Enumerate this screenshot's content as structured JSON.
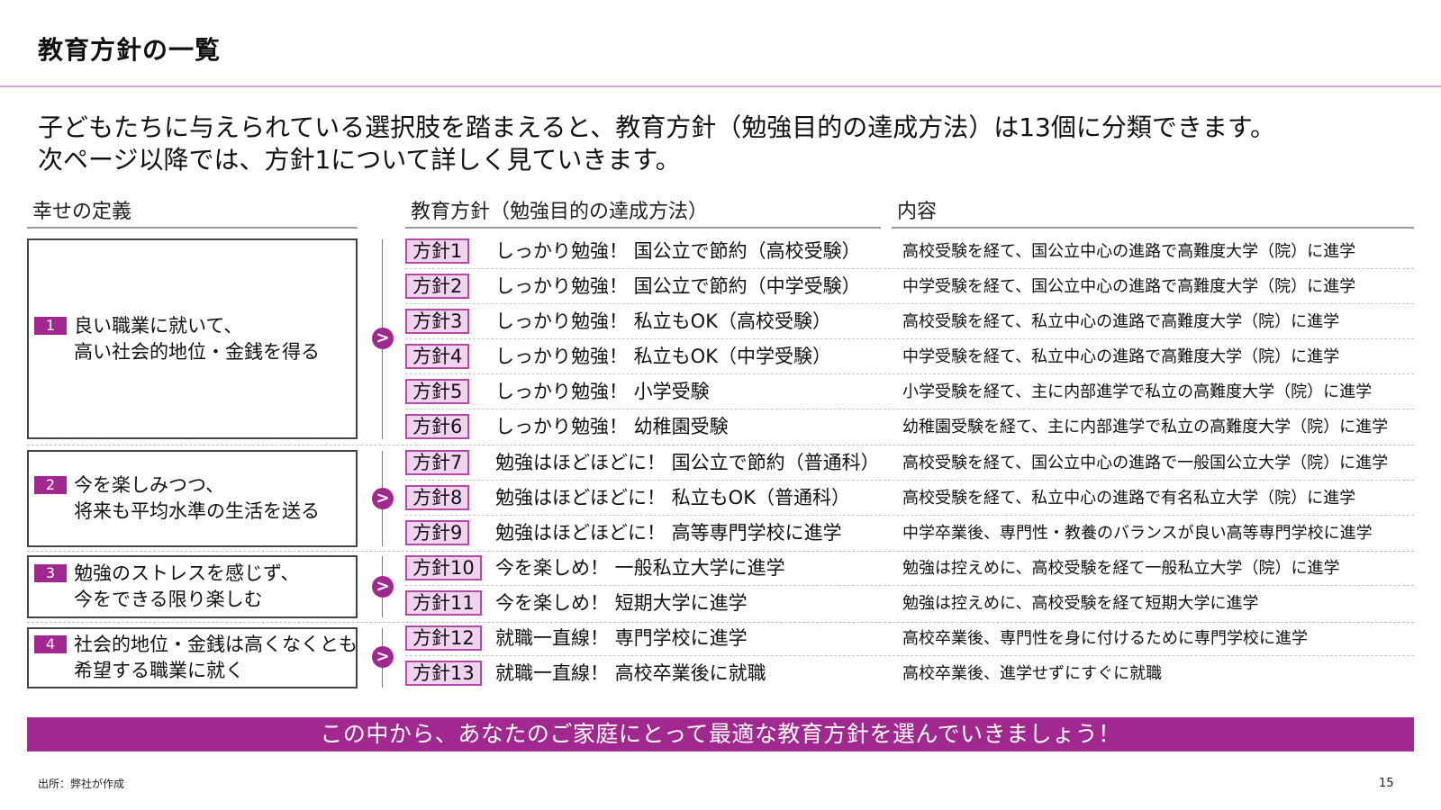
{
  "title": "教育方針の一覧",
  "lead": {
    "line1": "子どもたちに与えられている選択肢を踏まえると、教育方針（勉強目的の達成方法）は13個に分類できます。",
    "line2": "次ページ以降では、方針1について詳しく見ていきます。"
  },
  "columns": {
    "happiness": "幸せの定義",
    "policy": "教育方針（勉強目的の達成方法）",
    "content": "内容"
  },
  "groups": [
    {
      "num": "1",
      "line1": "良い職業に就いて、",
      "line2": "高い社会的地位・金銭を得る"
    },
    {
      "num": "2",
      "line1": "今を楽しみつつ、",
      "line2": "将来も平均水準の生活を送る"
    },
    {
      "num": "3",
      "line1": "勉強のストレスを感じず、",
      "line2": "今をできる限り楽しむ"
    },
    {
      "num": "4",
      "line1": "社会的地位・金銭は高くなくとも",
      "line2": "希望する職業に就く"
    }
  ],
  "arrow_icon": ">",
  "policies": [
    {
      "tag": "方針1",
      "name": "しっかり勉強！ 国公立で節約（高校受験）",
      "content": "高校受験を経て、国公立中心の進路で高難度大学（院）に進学"
    },
    {
      "tag": "方針2",
      "name": "しっかり勉強！ 国公立で節約（中学受験）",
      "content": "中学受験を経て、国公立中心の進路で高難度大学（院）に進学"
    },
    {
      "tag": "方針3",
      "name": "しっかり勉強！ 私立もOK（高校受験）",
      "content": "高校受験を経て、私立中心の進路で高難度大学（院）に進学"
    },
    {
      "tag": "方針4",
      "name": "しっかり勉強！ 私立もOK（中学受験）",
      "content": "中学受験を経て、私立中心の進路で高難度大学（院）に進学"
    },
    {
      "tag": "方針5",
      "name": "しっかり勉強！ 小学受験",
      "content": "小学受験を経て、主に内部進学で私立の高難度大学（院）に進学"
    },
    {
      "tag": "方針6",
      "name": "しっかり勉強！ 幼稚園受験",
      "content": "幼稚園受験を経て、主に内部進学で私立の高難度大学（院）に進学"
    },
    {
      "tag": "方針7",
      "name": "勉強はほどほどに！ 国公立で節約（普通科）",
      "content": "高校受験を経て、国公立中心の進路で一般国公立大学（院）に進学"
    },
    {
      "tag": "方針8",
      "name": "勉強はほどほどに！ 私立もOK（普通科）",
      "content": "高校受験を経て、私立中心の進路で有名私立大学（院）に進学"
    },
    {
      "tag": "方針9",
      "name": "勉強はほどほどに！ 高等専門学校に進学",
      "content": "中学卒業後、専門性・教養のバランスが良い高等専門学校に進学"
    },
    {
      "tag": "方針10",
      "name": "今を楽しめ！ 一般私立大学に進学",
      "content": "勉強は控えめに、高校受験を経て一般私立大学（院）に進学"
    },
    {
      "tag": "方針11",
      "name": "今を楽しめ！ 短期大学に進学",
      "content": "勉強は控えめに、高校受験を経て短期大学に進学"
    },
    {
      "tag": "方針12",
      "name": "就職一直線！ 専門学校に進学",
      "content": "高校卒業後、専門性を身に付けるために専門学校に進学"
    },
    {
      "tag": "方針13",
      "name": "就職一直線！ 高校卒業後に就職",
      "content": "高校卒業後、進学せずにすぐに就職"
    }
  ],
  "cta": "この中から、あなたのご家庭にとって最適な教育方針を選んでいきましょう！",
  "source": "出所：弊社が作成",
  "page_number": "15",
  "colors": {
    "accent": "#a1288f",
    "tag_bg": "#f2d3ef",
    "tag_border": "#b44aa8",
    "title_rule": "#d9a6d6"
  }
}
